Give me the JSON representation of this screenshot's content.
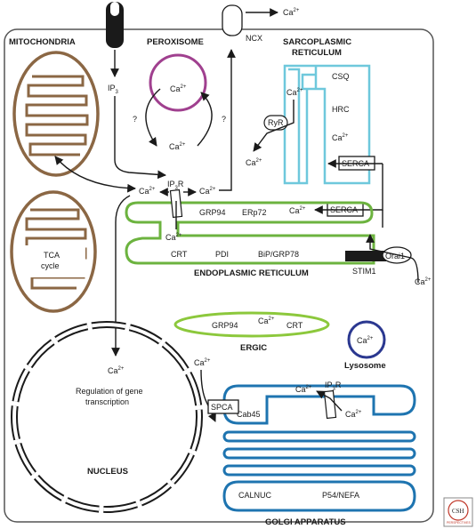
{
  "colors": {
    "mitochondria": "#8B6744",
    "peroxisome": "#A0408F",
    "er": "#6CB33F",
    "sr": "#6EC8DC",
    "ergic": "#8CC83C",
    "lysosome": "#2B3890",
    "golgi": "#1E74B0",
    "outline": "#1a1a1a"
  },
  "labels": {
    "mitochondria": "MITOCHONDRIA",
    "peroxisome": "PEROXISOME",
    "sr_line1": "SARCOPLASMIC",
    "sr_line2": "RETICULUM",
    "er": "ENDOPLASMIC RETICULUM",
    "ergic": "ERGIC",
    "lysosome": "Lysosome",
    "nucleus": "NUCLEUS",
    "golgi": "GOLGI APPARATUS",
    "ncx": "NCX",
    "ip3": "IP",
    "ip3_sub": "3",
    "ip3r": "IP",
    "ip3r_sub": "3",
    "ip3r_tail": "R",
    "ryr": "RyR",
    "serca": "SERCA",
    "spca": "SPCA",
    "orai1": "Orai1",
    "stim1": "STIM1",
    "csq": "CSQ",
    "hrc": "HRC",
    "grp94": "GRP94",
    "erp72": "ERp72",
    "crt": "CRT",
    "pdi": "PDI",
    "bip": "BiP/GRP78",
    "cab45": "Cab45",
    "calnuc": "CALNUC",
    "p54": "P54/NEFA",
    "tca_line1": "TCA",
    "tca_line2": "cycle",
    "gene_line1": "Regulation of gene",
    "gene_line2": "transcription",
    "question": "?",
    "ca": "Ca",
    "ca_charge": "2+",
    "logo_line1": "CSH",
    "logo_line2": "PERSPECTIVES"
  }
}
